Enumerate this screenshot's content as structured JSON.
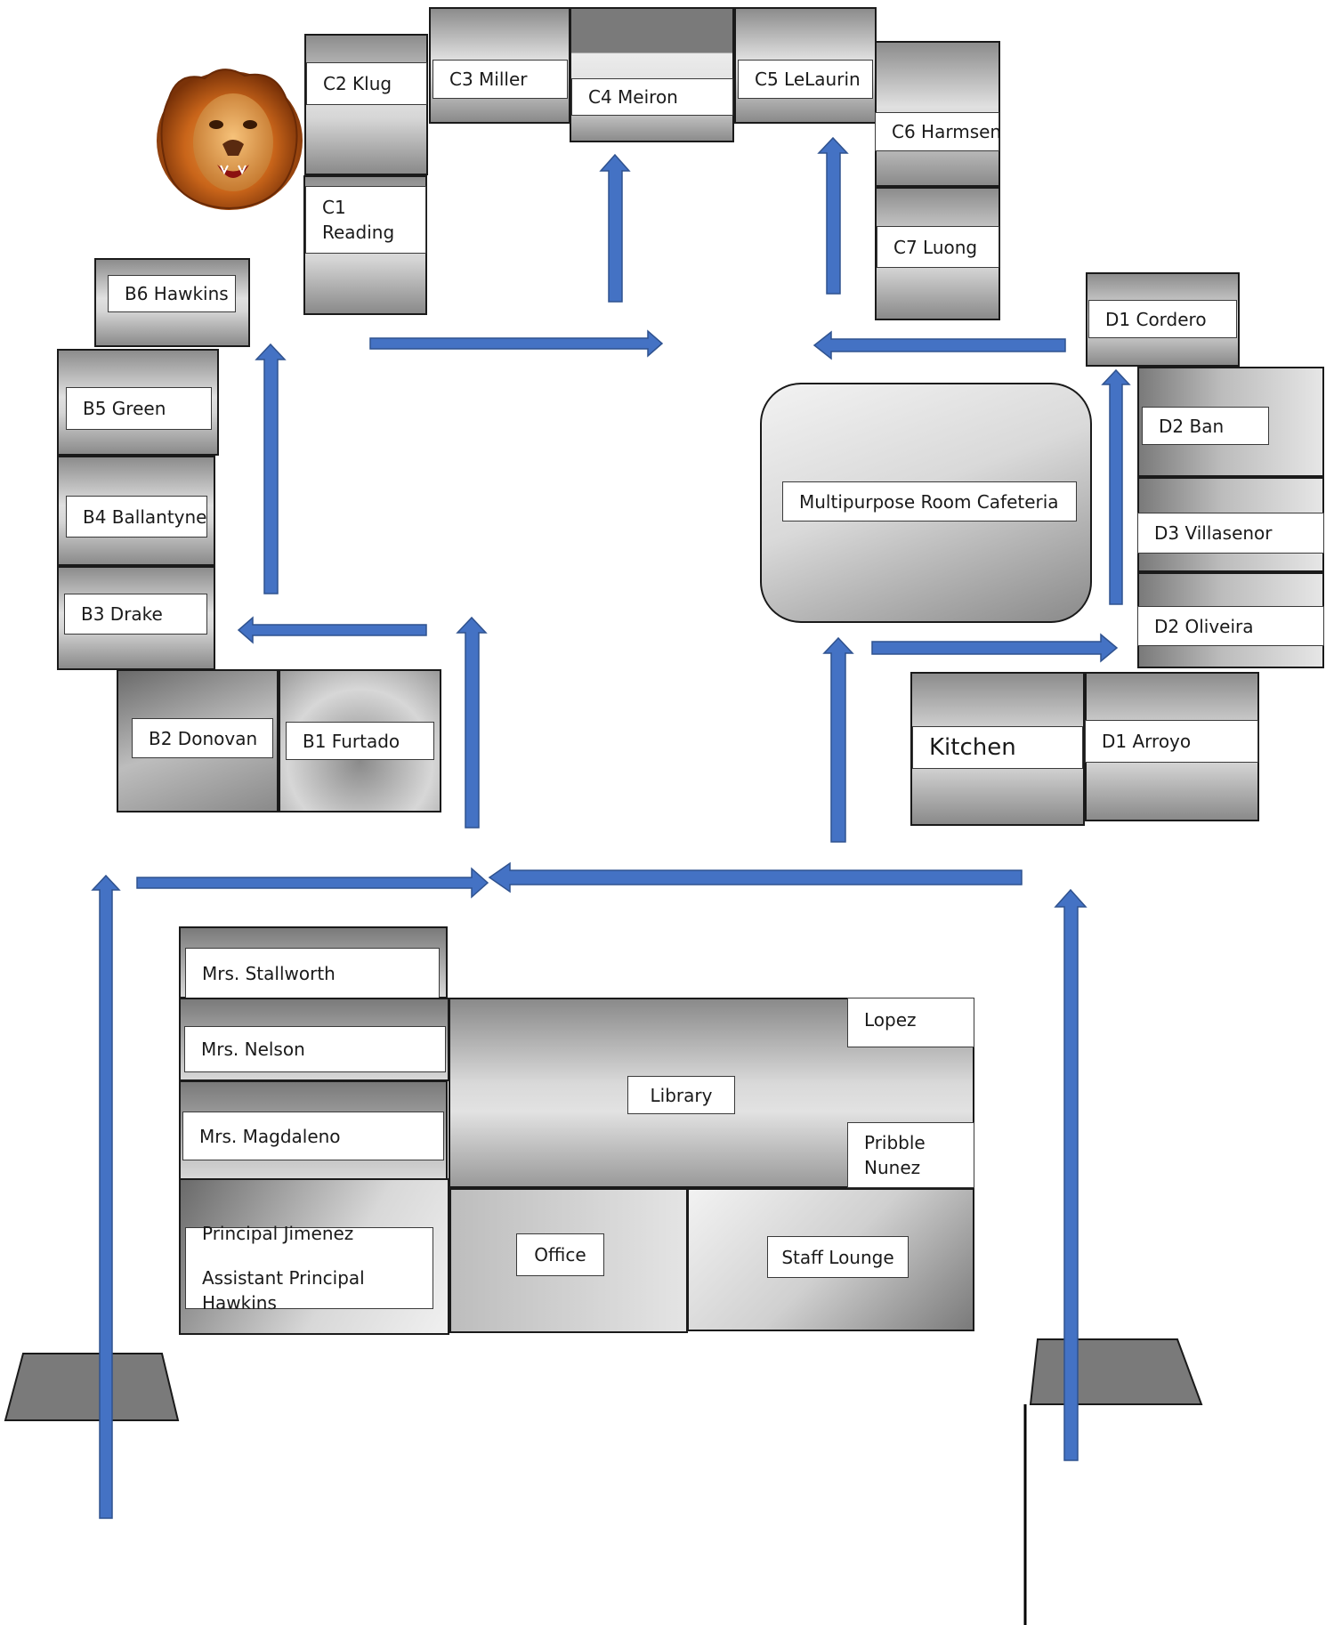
{
  "rooms": {
    "c1": {
      "line1": "C1",
      "line2": "Reading"
    },
    "c2": "C2 Klug",
    "c3": "C3 Miller",
    "c4": "C4 Meiron",
    "c5": "C5 LeLaurin",
    "c6": "C6 Harmsen",
    "c7": "C7 Luong",
    "b1": "B1 Furtado",
    "b2": "B2 Donovan",
    "b3": "B3 Drake",
    "b4": "B4 Ballantyne",
    "b5": "B5 Green",
    "b6": "B6 Hawkins",
    "d1_cordero": "D1 Cordero",
    "d2_ban": "D2 Ban",
    "d3": "D3 Villasenor",
    "d2_oliveira": "D2 Oliveira",
    "d1_arroyo": "D1 Arroyo",
    "kitchen": "Kitchen",
    "cafeteria": "Multipurpose Room Cafeteria"
  },
  "office_wing": {
    "stallworth": "Mrs. Stallworth",
    "nelson": "Mrs. Nelson",
    "magdaleno": "Mrs. Magdaleno",
    "principal": "Principal Jimenez",
    "assistant_principal": "Assistant Principal Hawkins",
    "library": "Library",
    "lopez": "Lopez",
    "pribble": "Pribble",
    "nunez": "Nunez",
    "office": "Office",
    "staff_lounge": "Staff Lounge"
  },
  "colors": {
    "arrow": "#4472C4",
    "arrow_outline": "#2F528F",
    "entrance": "#7a7a7a"
  },
  "icons": [
    "lion-mascot-icon",
    "arrow-icon"
  ]
}
